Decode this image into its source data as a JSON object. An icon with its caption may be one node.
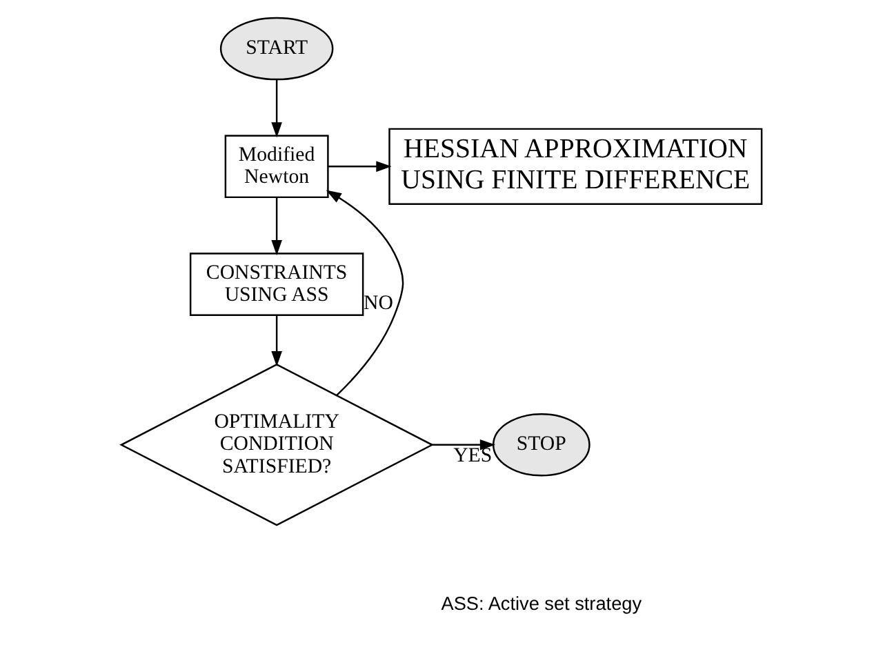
{
  "diagram": {
    "nodes": [
      {
        "text": [
          "START"
        ]
      },
      {
        "text": [
          "Modified Newton"
        ]
      },
      {
        "text": [
          "HESSIAN APPROXIMATION USING FINITE DIFFERENCE"
        ]
      },
      {
        "text": [
          "CONSTRAINTS USING ASS"
        ]
      },
      {
        "text": [
          "OPTIMALITY CONDITION SATISFIED?"
        ]
      },
      {
        "text": [
          "STOP"
        ]
      }
    ],
    "edges": [
      {
        "from": 0,
        "to": 1,
        "arrow": "to"
      },
      {
        "from": 1,
        "to": 2,
        "arrow": "to"
      },
      {
        "from": 1,
        "to": 3,
        "arrow": "to"
      },
      {
        "from": 3,
        "to": 4,
        "arrow": "to"
      },
      {
        "from": 4,
        "to": 5,
        "arrow": "to",
        "label": "YES"
      },
      {
        "from": 4,
        "to": 1,
        "arrow": "to",
        "label": "NO"
      }
    ],
    "labels": [
      "ASS: Active set strategy"
    ]
  }
}
